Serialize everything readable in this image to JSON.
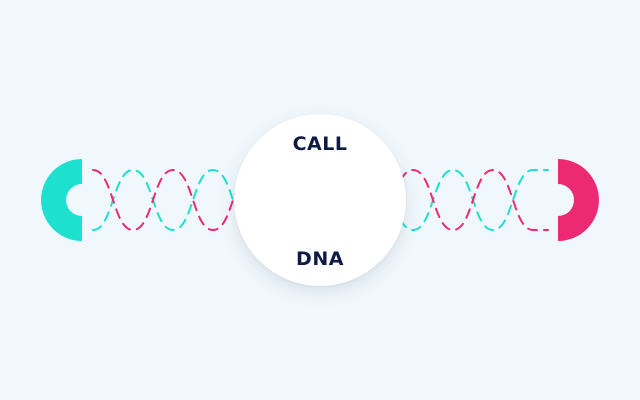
{
  "badge": {
    "top_label": "CALL",
    "bottom_label": "DNA"
  },
  "colors": {
    "background": "#f1f8fd",
    "teal": "#1de0cf",
    "pink": "#ec2a74",
    "text": "#0d1b46"
  },
  "icons": {
    "left_end_cap": "half-ring-teal",
    "right_end_cap": "half-ring-pink"
  }
}
